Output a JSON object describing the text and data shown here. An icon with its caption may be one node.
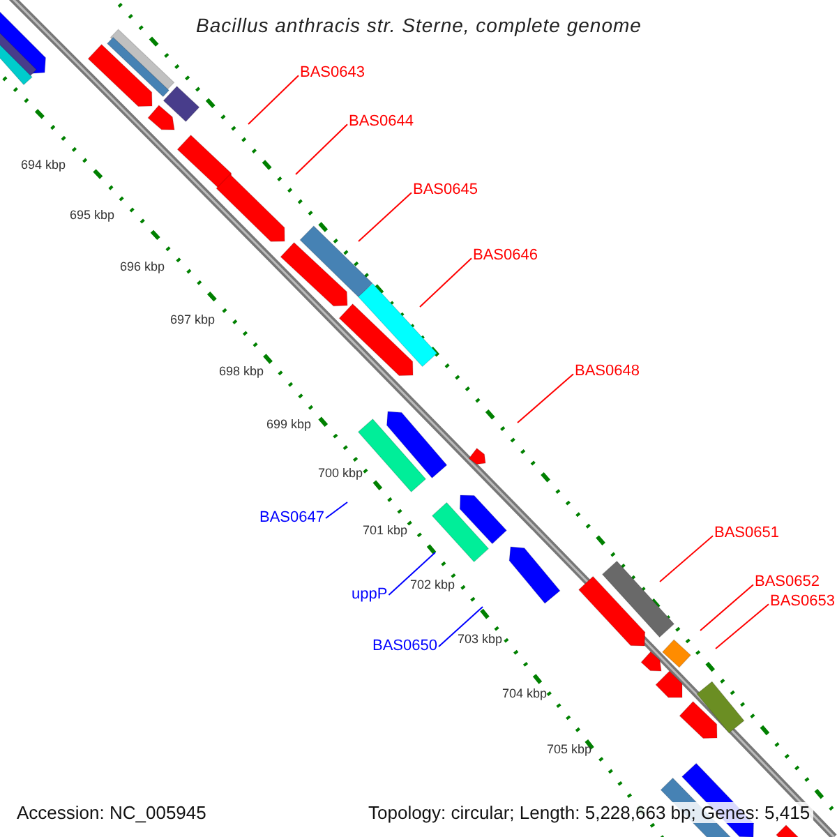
{
  "diagram": {
    "title": "Bacillus anthracis str. Sterne, complete genome",
    "nodes": [
      {
        "text": [
          "BAS0643"
        ]
      },
      {
        "text": [
          "BAS0644"
        ]
      },
      {
        "text": [
          "BAS0645"
        ]
      },
      {
        "text": [
          "BAS0646"
        ]
      },
      {
        "text": [
          "BAS0648"
        ]
      },
      {
        "text": [
          "BAS0647"
        ]
      },
      {
        "text": [
          "BAS0651"
        ]
      },
      {
        "text": [
          "BAS0652"
        ]
      },
      {
        "text": [
          "uppP"
        ]
      },
      {
        "text": [
          "BAS0653"
        ]
      },
      {
        "text": [
          "BAS0650"
        ]
      }
    ],
    "edges": [
      {
        "from": 0,
        "to": null,
        "arrow": "none"
      },
      {
        "from": 1,
        "to": null,
        "arrow": "none"
      },
      {
        "from": 2,
        "to": null,
        "arrow": "none"
      },
      {
        "from": 3,
        "to": null,
        "arrow": "none"
      },
      {
        "from": 4,
        "to": null,
        "arrow": "none"
      },
      {
        "from": 5,
        "to": null,
        "arrow": "none",
        "color": "#0000ff"
      },
      {
        "from": 6,
        "to": null,
        "arrow": "none"
      },
      {
        "from": 7,
        "to": null,
        "arrow": "none"
      },
      {
        "from": 8,
        "to": null,
        "arrow": "none",
        "color": "#0000ff"
      },
      {
        "from": 9,
        "to": null,
        "arrow": "none"
      },
      {
        "from": 10,
        "to": null,
        "arrow": "none",
        "color": "#0000ff"
      }
    ],
    "labels": [
      "694 kbp",
      "695 kbp",
      "696 kbp",
      "697 kbp",
      "698 kbp",
      "699 kbp",
      "700 kbp",
      "701 kbp",
      "702 kbp",
      "703 kbp",
      "704 kbp",
      "705 kbp",
      "Accession: NC_005945",
      "Topology: circular; Length: 5,228,663 bp; Genes: 5,415"
    ]
  }
}
